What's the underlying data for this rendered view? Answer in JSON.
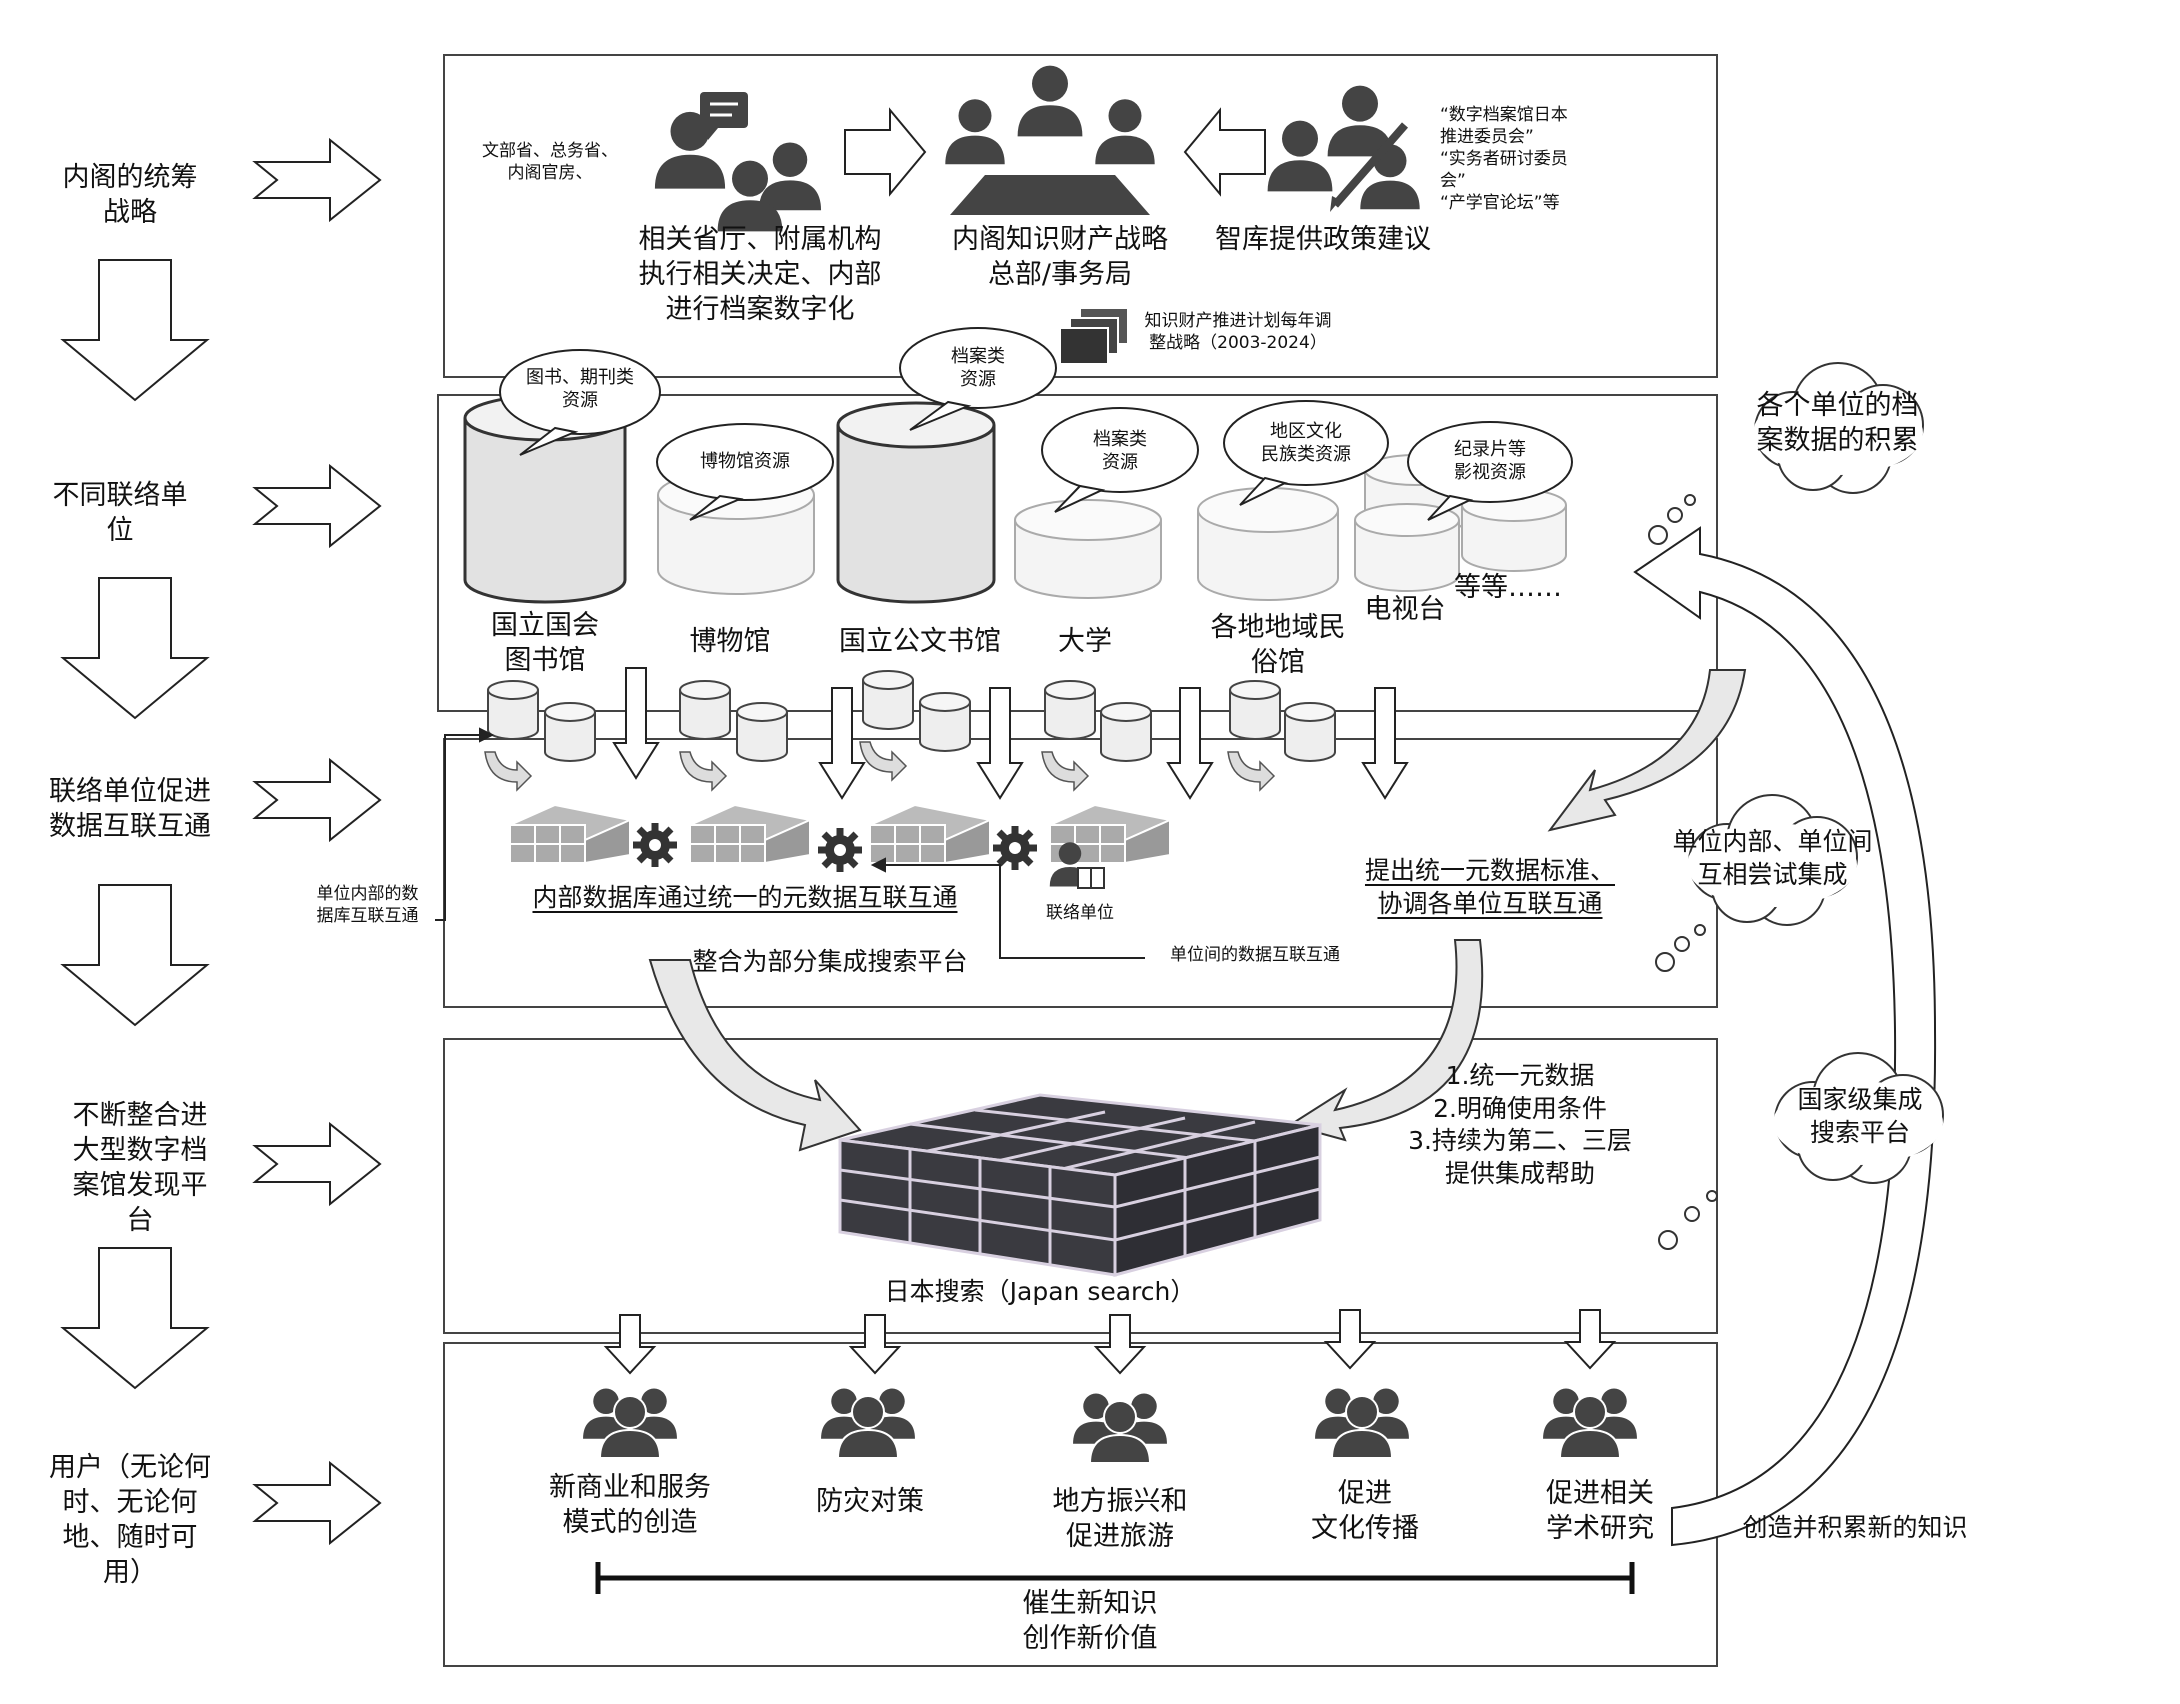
{
  "left_steps": [
    "内阁的统筹\n战略",
    "不同联络单\n位",
    "联络单位促进\n数据互联互通",
    "不断整合进\n大型数字档\n案馆发现平\n台",
    "用户（无论何\n时、无论何\n地、随时可\n用）"
  ],
  "top": {
    "ministries_small": "文部省、总务省、\n内阁官房、",
    "ministries_main": "相关省厅、附属机构\n执行相关决定、内部\n进行档案数字化",
    "hq": "内阁知识财产战略\n总部/事务局",
    "thinktank": "智库提供政策建议",
    "committees": "“数字档案馆日本\n推进委员会”\n“实务者研讨委员\n会”\n“产学官论坛”等",
    "plan": "知识财产推进计划每年调\n整战略（2003-2024）"
  },
  "units": {
    "bubbles": [
      "图书、期刊类\n资源",
      "博物馆资源",
      "档案类\n资源",
      "档案类\n资源",
      "地区文化\n民族类资源",
      "纪录片等\n影视资源"
    ],
    "names": [
      "国立国会\n图书馆",
      "博物馆",
      "国立公文书馆",
      "大学",
      "各地地域民\n俗馆",
      "电视台",
      "等等……"
    ]
  },
  "integration": {
    "internal_note": "单位内部的数\n据库互联互通",
    "internal_main": "内部数据库通过统一的元数据互联互通",
    "partial": "整合为部分集成搜索平台",
    "liaison": "联络单位",
    "between": "单位间的数据互联互通",
    "standard": "提出统一元数据标准、\n协调各单位互联互通"
  },
  "clouds": [
    "各个单位的档\n案数据的积累",
    "单位内部、单位间\n互相尝试集成",
    "国家级集成\n搜索平台"
  ],
  "platform": {
    "name": "日本搜索（Japan search）",
    "points": "1.统一元数据\n2.明确使用条件\n3.持续为第二、三层\n提供集成帮助"
  },
  "outcomes": [
    "新商业和服务\n模式的创造",
    "防灾对策",
    "地方振兴和\n促进旅游",
    "促进\n文化传播",
    "促进相关\n学术研究"
  ],
  "value": "催生新知识\n创作新价值",
  "feedback": "创造并积累新的知识"
}
